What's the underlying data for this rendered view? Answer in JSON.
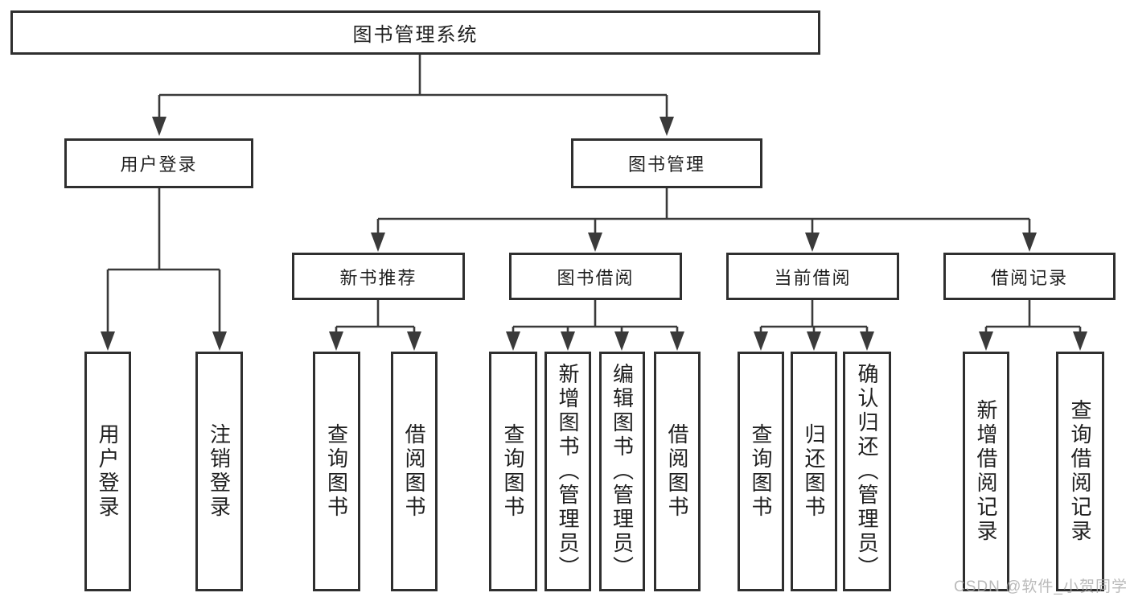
{
  "tree": {
    "label": "图书管理系统",
    "children": [
      {
        "label": "用户登录",
        "children": [
          {
            "label": "用户登录"
          },
          {
            "label": "注销登录"
          }
        ]
      },
      {
        "label": "图书管理",
        "children": [
          {
            "label": "新书推荐",
            "children": [
              {
                "label": "查询图书"
              },
              {
                "label": "借阅图书"
              }
            ]
          },
          {
            "label": "图书借阅",
            "children": [
              {
                "label": "查询图书"
              },
              {
                "label": "新增图书（管理员）"
              },
              {
                "label": "编辑图书（管理员）"
              },
              {
                "label": "借阅图书"
              }
            ]
          },
          {
            "label": "当前借阅",
            "children": [
              {
                "label": "查询图书"
              },
              {
                "label": "归还图书"
              },
              {
                "label": "确认归还（管理员）"
              }
            ]
          },
          {
            "label": "借阅记录",
            "children": [
              {
                "label": "新增借阅记录"
              },
              {
                "label": "查询借阅记录"
              }
            ]
          }
        ]
      }
    ]
  },
  "watermark": "CSDN @软件_小贺同学",
  "colors": {
    "line": "#3a3a3a",
    "border": "#2f2f2f",
    "text": "#1f1f1f",
    "watermark_text": "#a9a9a9",
    "background": "#ffffff"
  }
}
